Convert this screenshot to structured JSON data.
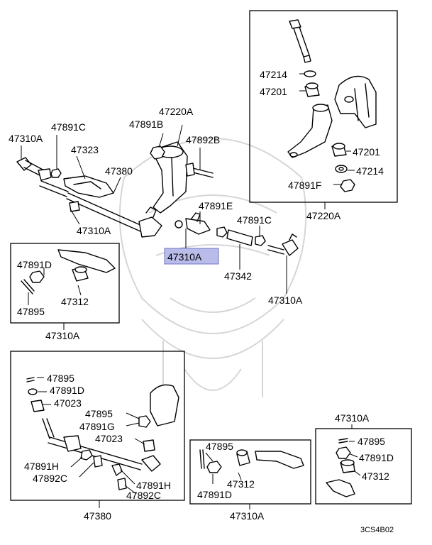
{
  "labels": {
    "l_47310A_tl": "47310A",
    "l_47891C_tl": "47891C",
    "l_47323": "47323",
    "l_47380_top": "47380",
    "l_47310A_mid": "47310A",
    "l_47220A_top": "47220A",
    "l_47891B": "47891B",
    "l_47892B": "47892B",
    "l_47891E": "47891E",
    "l_47891C_mid": "47891C",
    "l_47310A_hl": "47310A",
    "l_47342": "47342",
    "l_47310A_r": "47310A",
    "l_47214_a": "47214",
    "l_47201_a": "47201",
    "l_47201_b": "47201",
    "l_47214_b": "47214",
    "l_47891F": "47891F",
    "l_47220A_box": "47220A",
    "l_47891D_l": "47891D",
    "l_47312_l": "47312",
    "l_47895_l": "47895",
    "l_47310A_box_l": "47310A",
    "l_47895_b1": "47895",
    "l_47891D_b1": "47891D",
    "l_47023_b1": "47023",
    "l_47895_b2": "47895",
    "l_47891G": "47891G",
    "l_47023_b2": "47023",
    "l_47891H_a": "47891H",
    "l_47892C_a": "47892C",
    "l_47891H_b": "47891H",
    "l_47892C_b": "47892C",
    "l_47380_box": "47380",
    "l_47895_m": "47895",
    "l_47312_m": "47312",
    "l_47891D_m": "47891D",
    "l_47310A_box_m": "47310A",
    "l_47310A_box_r_title": "47310A",
    "l_47895_r": "47895",
    "l_47891D_r": "47891D",
    "l_47312_r": "47312",
    "l_code": "3CS4B02"
  },
  "colors": {
    "highlight_fill": "#b9bbe8",
    "line": "#000000",
    "watermark": "#d6d6d6"
  }
}
